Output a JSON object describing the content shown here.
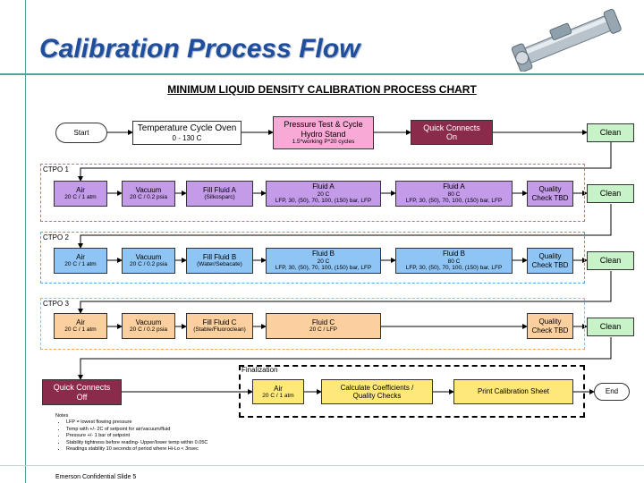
{
  "title": "Calibration Process Flow",
  "chart_title": "MINIMUM LIQUID DENSITY CALIBRATION PROCESS CHART",
  "row0": {
    "start": "Start",
    "temp_line1": "Temperature Cycle Oven",
    "temp_line2": "0 - 130 C",
    "pressure_line1": "Pressure Test & Cycle",
    "pressure_line2": "Hydro Stand",
    "pressure_line3": "1.5*working P*20 cycles",
    "qc_line1": "Quick Connects",
    "qc_line2": "On",
    "clean": "Clean"
  },
  "ctpo1": {
    "label": "CTPO 1",
    "air": [
      "Air",
      "20 C / 1 atm"
    ],
    "vacuum": [
      "Vacuum",
      "20 C / 0.2 psia"
    ],
    "fill": [
      "Fill Fluid A",
      "(Silkosparc)"
    ],
    "fluid20": [
      "Fluid A",
      "20 C",
      "LFP, 30, (50), 70, 100, (150) bar, LFP"
    ],
    "fluid80": [
      "Fluid A",
      "80 C",
      "LFP, 30, (50), 70, 100, (150) bar, LFP"
    ],
    "quality": [
      "Quality",
      "Check TBD"
    ],
    "clean": "Clean"
  },
  "ctpo2": {
    "label": "CTPO 2",
    "air": [
      "Air",
      "20 C / 1 atm"
    ],
    "vacuum": [
      "Vacuum",
      "20 C / 0.2 psia"
    ],
    "fill": [
      "Fill Fluid B",
      "(Water/Sebacate)"
    ],
    "fluid20": [
      "Fluid B",
      "20 C",
      "LFP, 30, (50), 70, 100, (150) bar, LFP"
    ],
    "fluid80": [
      "Fluid B",
      "80 C",
      "LFP, 30, (50), 70, 100, (150) bar, LFP"
    ],
    "quality": [
      "Quality",
      "Check TBD"
    ],
    "clean": "Clean"
  },
  "ctpo3": {
    "label": "CTPO 3",
    "air": [
      "Air",
      "20 C / 1 atm"
    ],
    "vacuum": [
      "Vacuum",
      "20 C / 0.2 psia"
    ],
    "fill": [
      "Fill Fluid C",
      "(Stable/Fluoroclean)"
    ],
    "fluid": [
      "Fluid C",
      "20 C / LFP"
    ],
    "quality": [
      "Quality",
      "Check TBD"
    ],
    "clean": "Clean"
  },
  "final": {
    "qc_line1": "Quick Connects",
    "qc_line2": "Off",
    "label": "Finalization",
    "air": [
      "Air",
      "20 C / 1 atm"
    ],
    "calc": [
      "Calculate Coefficients /",
      "Quality Checks"
    ],
    "print": "Print Calibration Sheet",
    "end": "End"
  },
  "notes": {
    "heading": "Notes",
    "items": [
      "LFP = lowest flowing pressure",
      "Temp with +/- 2C of setpoint for air/vacuum/fluid",
      "Pressure +/- 1 bar of setpoint",
      "Stability tightness before reading- Upper/lower temp within 0.05C",
      "Readings stability 10 seconds of period where Hi-Lo < 3nsec"
    ]
  },
  "footer": "Emerson Confidential  Slide 5",
  "colors": {
    "title": "#1f4e9c",
    "purple": "#c39be9",
    "blue": "#8ec5f5",
    "orange": "#fbcf9e",
    "pink": "#f9a9d6",
    "maroon": "#8b2b4c",
    "green": "#c8f2c8"
  }
}
